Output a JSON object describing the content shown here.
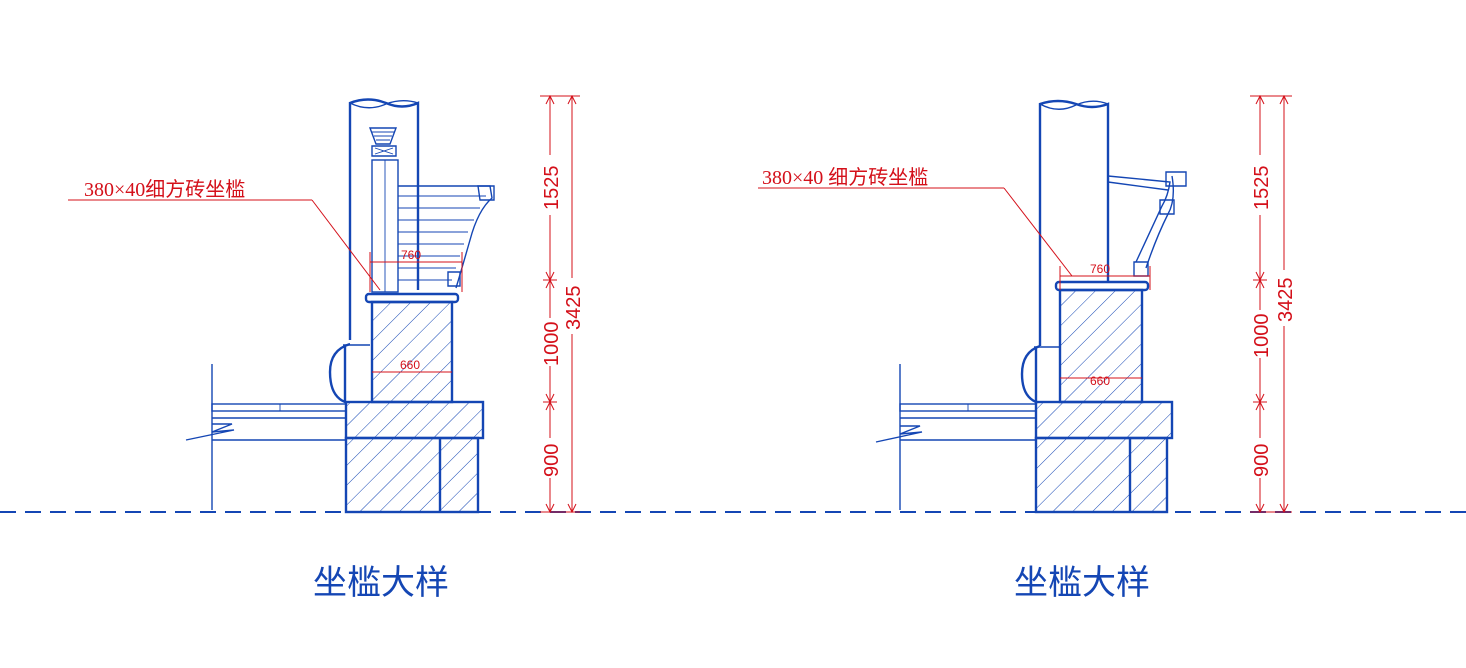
{
  "colors": {
    "line": "#1446b4",
    "dimension": "#d4101a",
    "background": "#ffffff"
  },
  "left": {
    "caption": "坐槛大样",
    "label": "380×40细方砖坐槛",
    "dim_top_width": "760",
    "dim_body_width": "660",
    "dims": {
      "upper": "1525",
      "middle": "1000",
      "lower": "900",
      "total": "3425"
    }
  },
  "right": {
    "caption": "坐槛大样",
    "label": "380×40  细方砖坐槛",
    "dim_top_width": "760",
    "dim_body_width": "660",
    "dims": {
      "upper": "1525",
      "middle": "1000",
      "lower": "900",
      "total": "3425"
    }
  }
}
